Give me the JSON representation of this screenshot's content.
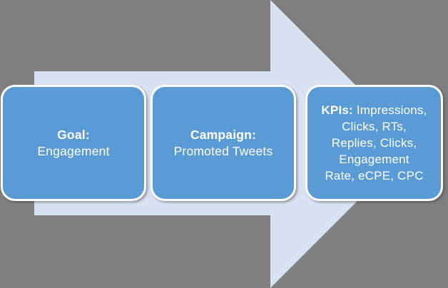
{
  "colors": {
    "background": "#7F7F7F",
    "arrow_fill": "#D9E2F3",
    "box_fill": "#5B9BD5",
    "box_border": "#FFFFFF",
    "text": "#FFFFFF"
  },
  "arrow": {
    "direction": "right"
  },
  "boxes": [
    {
      "name": "goal",
      "label": "Goal:",
      "body": "Engagement"
    },
    {
      "name": "campaign",
      "label": "Campaign:",
      "body": "Promoted Tweets"
    },
    {
      "name": "kpis",
      "label": "KPIs:",
      "line1_rest": " Impressions,",
      "line2": "Clicks, RTs,",
      "line3": "Replies, Clicks,",
      "line4": "Engagement",
      "line5": "Rate, eCPE, CPC",
      "full_text": "KPIs: Impressions, Clicks, RTs, Replies, Clicks, Engagement Rate, eCPE, CPC"
    }
  ]
}
